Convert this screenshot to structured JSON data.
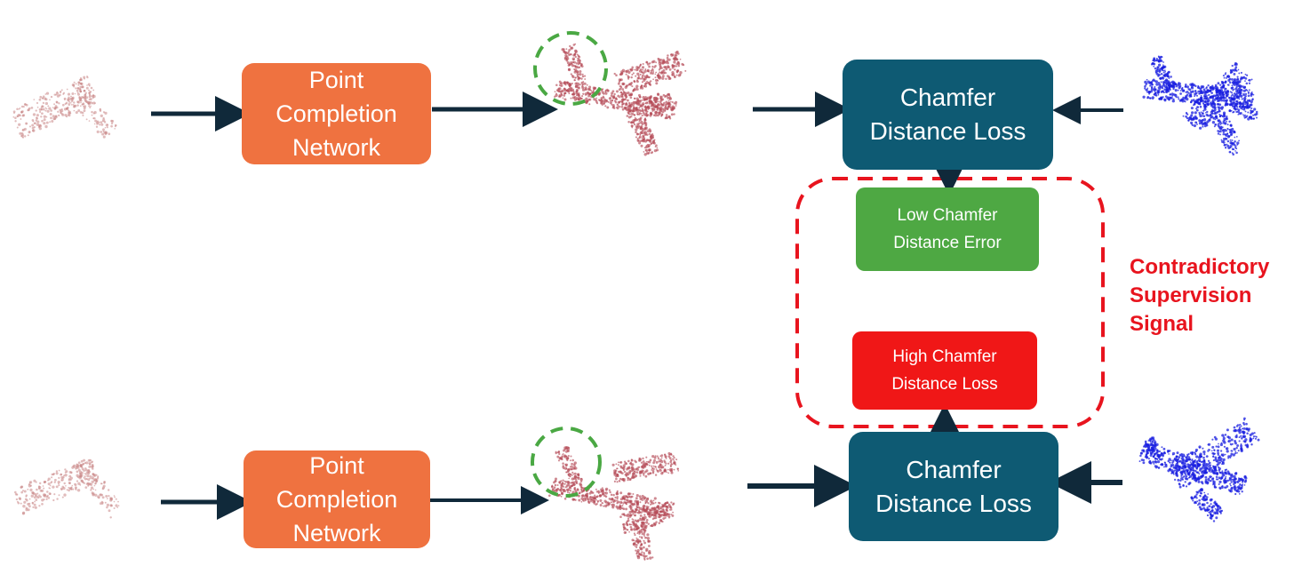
{
  "colors": {
    "arrow": "#10293a",
    "orange_block": "#ef7240",
    "teal_block": "#0e5a73",
    "green_block": "#4ea843",
    "red_block": "#f01717",
    "dashed_region": "#e8141e",
    "dashed_circle": "#4aa843",
    "partial_cloud": "#c98585",
    "completed_cloud": "#b54b57",
    "ground_truth_cloud": "#1a1fe0"
  },
  "top_row": {
    "network_label": "Point\nCompletion\nNetwork",
    "loss_label": "Chamfer\nDistance Loss"
  },
  "bottom_row": {
    "network_label": "Point\nCompletion\nNetwork",
    "loss_label": "Chamfer\nDistance Loss"
  },
  "low_error_label": "Low Chamfer\nDistance Error",
  "high_loss_label": "High Chamfer\nDistance Loss",
  "contradiction_label": "Contradictory\nSupervision\nSignal"
}
